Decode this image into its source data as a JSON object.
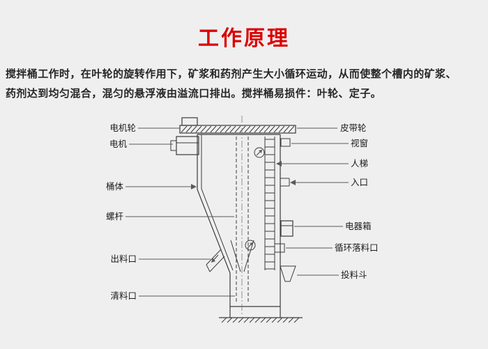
{
  "colors": {
    "bg": "#efeff0",
    "title_red": "#db0000",
    "ink": "#262626",
    "line": "#3b3b3b",
    "leader": "#5a5a5a"
  },
  "header": {
    "title": "工作原理"
  },
  "description": {
    "line1": "搅拌桶工作时，在叶轮的旋转作用下，矿浆和药剂产生大小循环运动，从而使整个槽内的矿浆、",
    "line2": "药剂达到均匀混合，混匀的悬浮液由溢流口排出。搅拌桶易损件：叶轮、定子。"
  },
  "diagram": {
    "left_labels": [
      {
        "name": "motor-pulley",
        "label": "电机轮"
      },
      {
        "name": "motor",
        "label": "电机"
      },
      {
        "name": "tank-body",
        "label": "桶体"
      },
      {
        "name": "screw",
        "label": "螺杆"
      },
      {
        "name": "discharge-outlet",
        "label": "出料口"
      },
      {
        "name": "clean-outlet",
        "label": "清料口"
      }
    ],
    "right_labels": [
      {
        "name": "belt-pulley",
        "label": "皮带轮"
      },
      {
        "name": "window",
        "label": "视窗"
      },
      {
        "name": "ladder",
        "label": "人梯"
      },
      {
        "name": "inlet",
        "label": "入口"
      },
      {
        "name": "electric-box",
        "label": "电器箱"
      },
      {
        "name": "circulation-outlet",
        "label": "循环落料口"
      },
      {
        "name": "feed-hopper",
        "label": "投料斗"
      }
    ]
  }
}
